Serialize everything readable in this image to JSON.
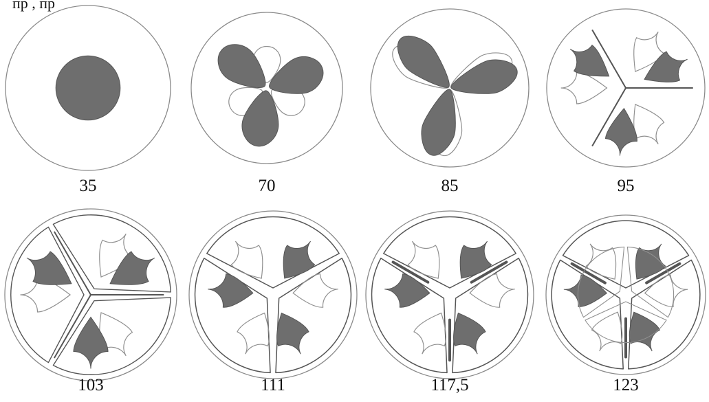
{
  "figure": {
    "caption_fragment": "пр         , пр",
    "colors": {
      "fill": "#6e6e6e",
      "boundary": "#8a8a8a",
      "dark_line": "#555555",
      "light_line": "#909090",
      "background": "#ffffff"
    },
    "panels": [
      {
        "label": "35",
        "stage": "blob"
      },
      {
        "label": "70",
        "stage": "trefoil"
      },
      {
        "label": "85",
        "stage": "petals"
      },
      {
        "label": "95",
        "stage": "drops"
      },
      {
        "label": "103",
        "stage": "drops-bounded"
      },
      {
        "label": "111",
        "stage": "cells"
      },
      {
        "label": "117,5",
        "stage": "cells-folded"
      },
      {
        "label": "123",
        "stage": "cells-nested"
      }
    ]
  }
}
